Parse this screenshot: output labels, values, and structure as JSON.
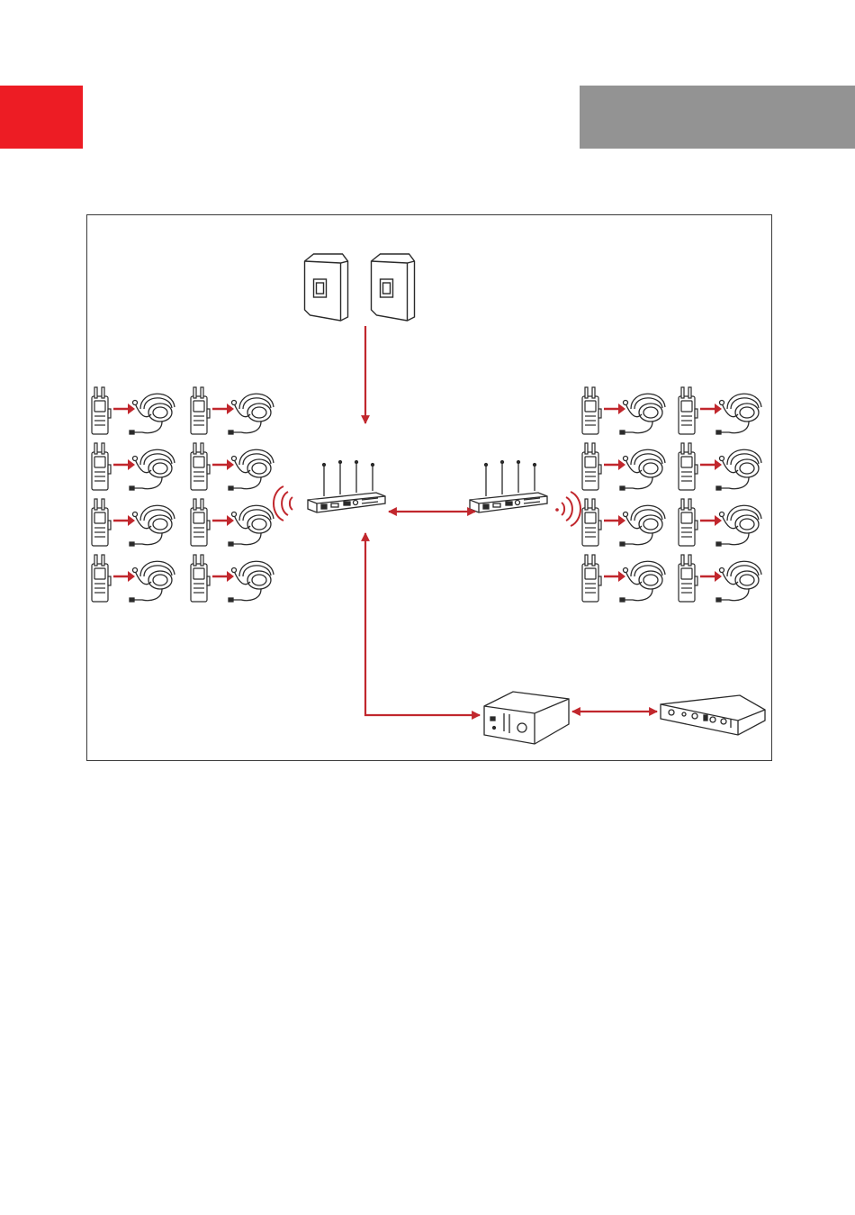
{
  "colors": {
    "accent_red": "#ED1C24",
    "header_gray": "#939393",
    "arrow_red": "#C1272D",
    "line_dark": "#2a2a2a"
  },
  "diagram": {
    "nodes": [
      {
        "id": "speakers",
        "icon": "speaker-pair-icon",
        "count": 2
      },
      {
        "id": "base-station-left",
        "icon": "base-station-icon",
        "antennas": 4
      },
      {
        "id": "base-station-right",
        "icon": "base-station-icon",
        "antennas": 4
      },
      {
        "id": "matrix",
        "icon": "matrix-box-icon"
      },
      {
        "id": "rack-interface",
        "icon": "rack-interface-icon"
      },
      {
        "id": "left-group",
        "icon": "beltpack-headset-icon",
        "count": 8
      },
      {
        "id": "right-group",
        "icon": "beltpack-headset-icon",
        "count": 8
      }
    ],
    "edges": [
      {
        "from": "speakers",
        "to": "base-station-left",
        "direction": "one-way"
      },
      {
        "from": "base-station-left",
        "to": "base-station-right",
        "direction": "two-way"
      },
      {
        "from": "base-station-left",
        "to": "matrix",
        "direction": "two-way"
      },
      {
        "from": "matrix",
        "to": "rack-interface",
        "direction": "two-way"
      }
    ]
  }
}
